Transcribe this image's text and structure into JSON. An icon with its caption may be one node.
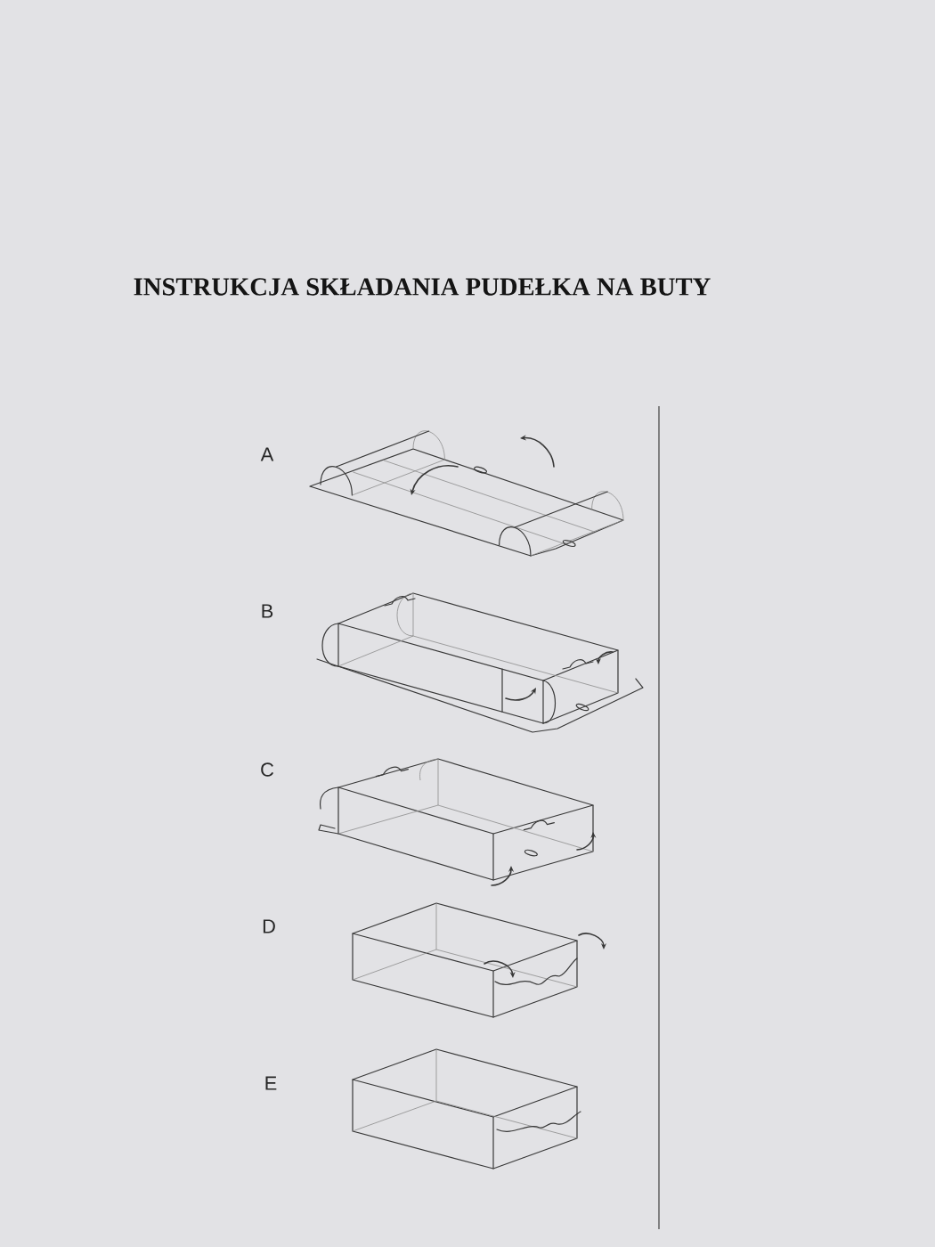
{
  "diagram": {
    "title": "INSTRUKCJA SKŁADANIA PUDEŁKA NA BUTY",
    "labels": [
      "A",
      "B",
      "C",
      "D",
      "E"
    ]
  }
}
